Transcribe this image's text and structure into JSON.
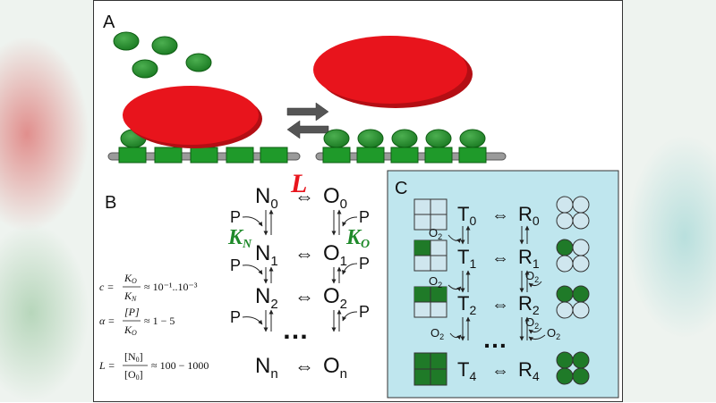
{
  "panel_labels": {
    "a": "A",
    "b": "B",
    "c": "C"
  },
  "colors": {
    "accent_red": "#e8141c",
    "accent_green": "#1f8a2a",
    "panel_c_bg": "#bfe6ee",
    "site_light": "#cfe6ee"
  },
  "panel_b": {
    "L": "L",
    "K_N": "K",
    "K_N_sub": "N",
    "K_O": "K",
    "K_O_sub": "O",
    "P": "P",
    "states_n": [
      {
        "base": "N",
        "sub": "0"
      },
      {
        "base": "N",
        "sub": "1"
      },
      {
        "base": "N",
        "sub": "2"
      },
      {
        "base": "N",
        "sub": "n"
      }
    ],
    "states_o": [
      {
        "base": "O",
        "sub": "0"
      },
      {
        "base": "O",
        "sub": "1"
      },
      {
        "base": "O",
        "sub": "2"
      },
      {
        "base": "O",
        "sub": "n"
      }
    ],
    "equilibrium": "⇔",
    "ellipsis": "…",
    "eq_c": {
      "lhs": "c =",
      "num": "K",
      "num_sub": "O",
      "den": "K",
      "den_sub": "N",
      "rhs": "≈ 10⁻¹..10⁻³"
    },
    "eq_alpha": {
      "lhs": "α =",
      "num": "[P]",
      "den": "K",
      "den_sub": "O",
      "rhs": "≈ 1 − 5"
    },
    "eq_L": {
      "lhs": "L =",
      "num": "[N",
      "num_sub": "0",
      "num_close": "]",
      "den": "[O",
      "den_sub": "0",
      "den_close": "]",
      "rhs": "≈ 100 − 1000"
    }
  },
  "panel_c": {
    "O2": "O",
    "O2_sub": "2",
    "states_t": [
      {
        "base": "T",
        "sub": "0"
      },
      {
        "base": "T",
        "sub": "1"
      },
      {
        "base": "T",
        "sub": "2"
      },
      {
        "base": "T",
        "sub": "4"
      }
    ],
    "states_r": [
      {
        "base": "R",
        "sub": "0"
      },
      {
        "base": "R",
        "sub": "1"
      },
      {
        "base": "R",
        "sub": "2"
      },
      {
        "base": "R",
        "sub": "4"
      }
    ],
    "equilibrium": "⇔",
    "ellipsis": "…",
    "filled_sites": [
      0,
      1,
      2,
      4
    ]
  }
}
